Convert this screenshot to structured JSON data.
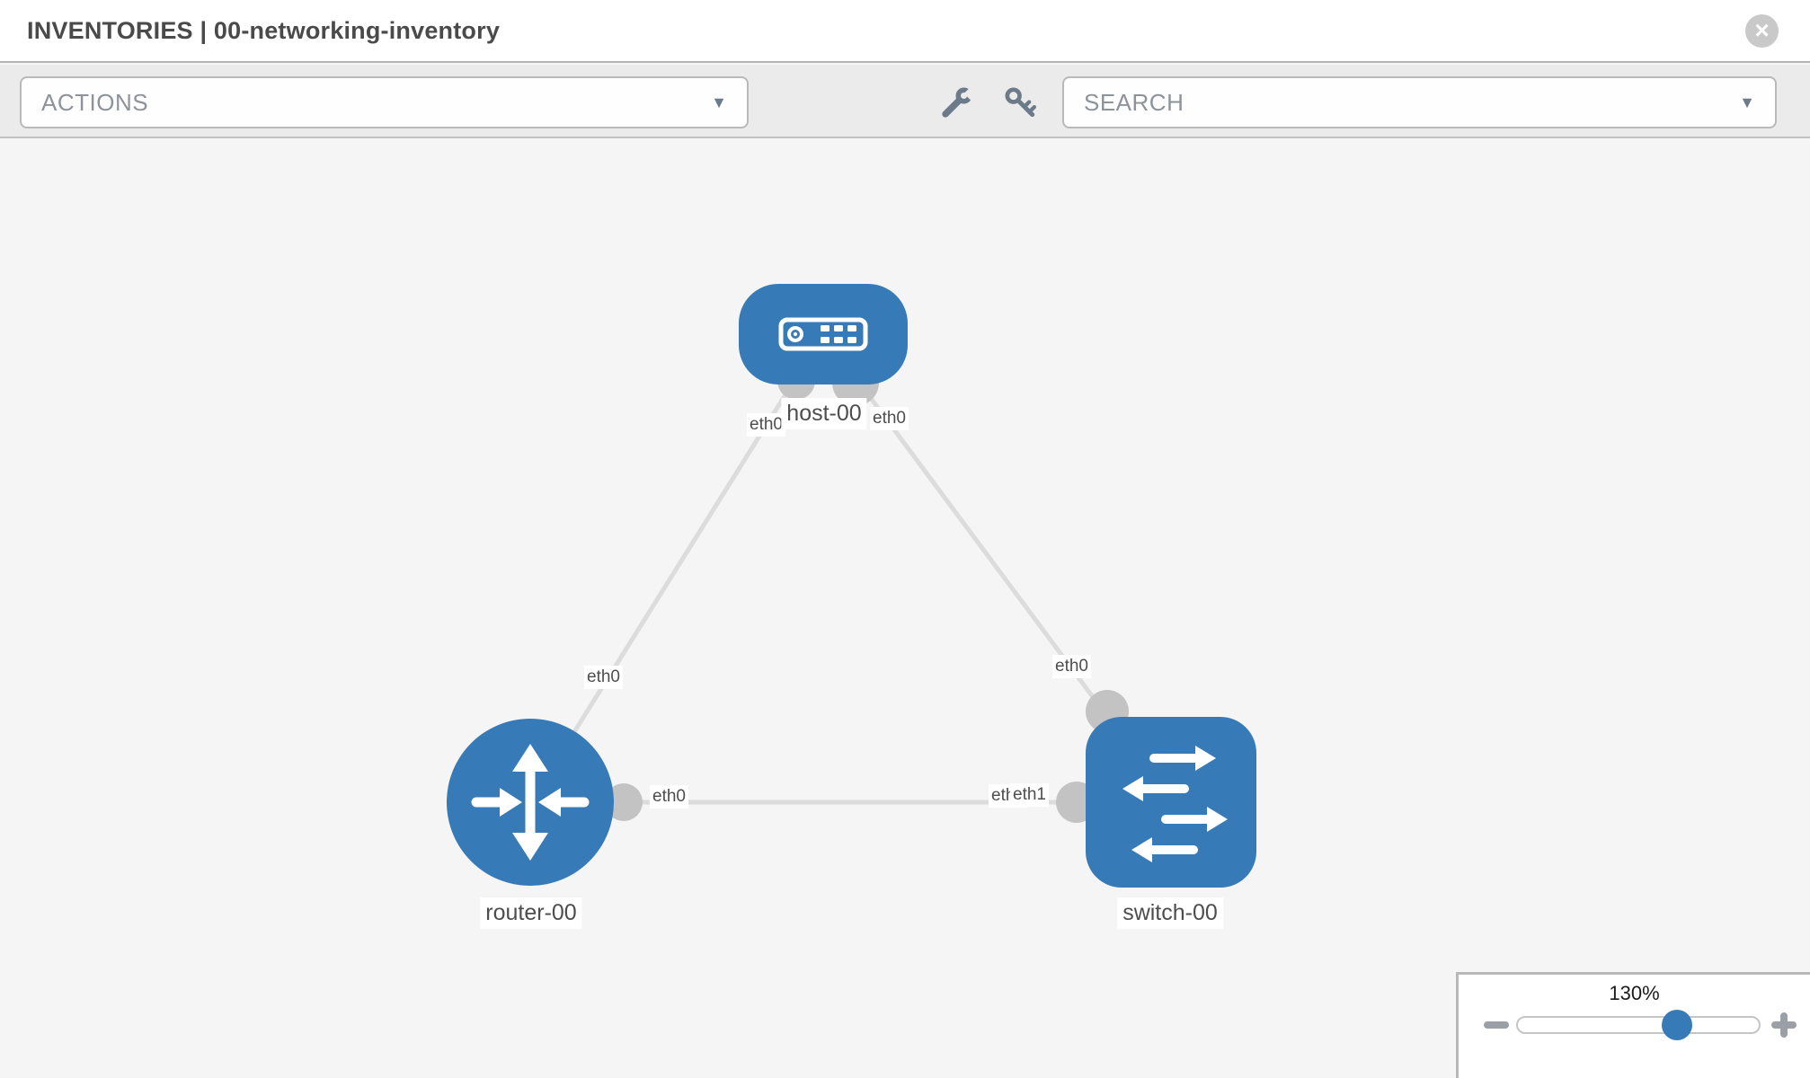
{
  "window": {
    "title": "INVENTORIES | 00-networking-inventory",
    "close_icon": "×"
  },
  "toolbar": {
    "actions_label": "ACTIONS",
    "search_placeholder": "SEARCH",
    "caret_icon": "▼",
    "wrench_icon": "wrench",
    "key_icon": "key"
  },
  "topology": {
    "nodes": [
      {
        "label": "host-00",
        "type": "host"
      },
      {
        "label": "router-00",
        "type": "router"
      },
      {
        "label": "switch-00",
        "type": "switch"
      }
    ],
    "links": [
      {
        "from": "host-00",
        "to": "router-00"
      },
      {
        "from": "host-00",
        "to": "switch-00"
      },
      {
        "from": "router-00",
        "to": "switch-00"
      }
    ],
    "iface_labels": [
      {
        "text": "eth0"
      },
      {
        "text": "eth0"
      },
      {
        "text": "eth0"
      },
      {
        "text": "eth0"
      },
      {
        "text": "eth0"
      },
      {
        "text": "eth0"
      },
      {
        "text": "eth1"
      }
    ]
  },
  "zoom_control": {
    "level": "130%"
  },
  "colors": {
    "node_blue": "#377ab8",
    "link_gray": "#dcdcdc",
    "port_gray": "#c3c3c3",
    "panel_border": "#b9b9b9",
    "slider_thumb": "#377ab8"
  }
}
